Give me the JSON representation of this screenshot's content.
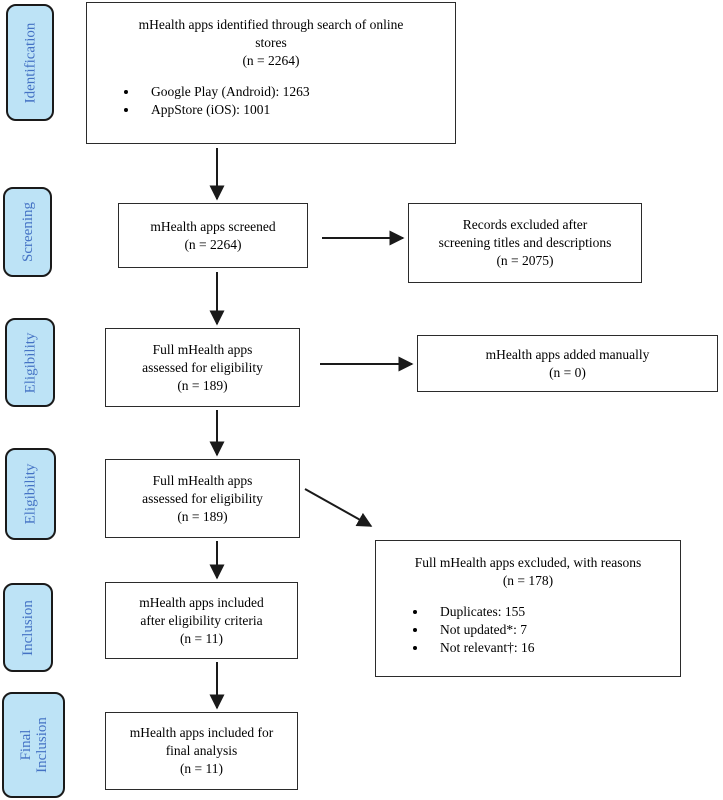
{
  "colors": {
    "background": "#ffffff",
    "stage_fill": "#BDE3F6",
    "stage_text": "#4472C4",
    "stage_border": "#1a1a1a",
    "box_fill": "#ffffff",
    "box_border": "#2b2b2b",
    "text": "#000000",
    "arrow": "#1a1a1a"
  },
  "stages": [
    {
      "label": "Identification"
    },
    {
      "label": "Screening"
    },
    {
      "label": "Eligibility"
    },
    {
      "label": "Eligibility"
    },
    {
      "label": "Inclusion"
    },
    {
      "lines": [
        "Final",
        "Inclusion"
      ]
    }
  ],
  "flow": {
    "identification": {
      "lines": [
        "mHealth apps identified through search of online",
        "stores",
        "(n = 2264)"
      ],
      "bullets": [
        "Google Play (Android): 1263",
        "AppStore (iOS): 1001"
      ]
    },
    "screened": {
      "lines": [
        "mHealth apps screened",
        "(n = 2264)"
      ]
    },
    "eligibility_1": {
      "lines": [
        "Full mHealth apps",
        "assessed for eligibility",
        "(n = 189)"
      ]
    },
    "eligibility_2": {
      "lines": [
        "Full mHealth apps",
        "assessed for eligibility",
        "(n = 189)"
      ]
    },
    "inclusion": {
      "lines": [
        "mHealth apps included",
        "after eligibility criteria",
        "(n = 11)"
      ]
    },
    "final_inclusion": {
      "lines": [
        "mHealth apps included for",
        "final analysis",
        "(n = 11)"
      ]
    }
  },
  "side": {
    "records_excluded": {
      "lines": [
        "Records excluded after",
        "screening titles and descriptions",
        "(n = 2075)"
      ]
    },
    "added_manually": {
      "lines": [
        "mHealth apps added manually",
        "(n = 0)"
      ]
    },
    "excluded_reasons": {
      "lines": [
        "Full mHealth apps excluded, with reasons",
        "(n = 178)"
      ],
      "bullets": [
        "Duplicates: 155",
        "Not updated*: 7",
        "Not relevant†: 16"
      ]
    }
  }
}
